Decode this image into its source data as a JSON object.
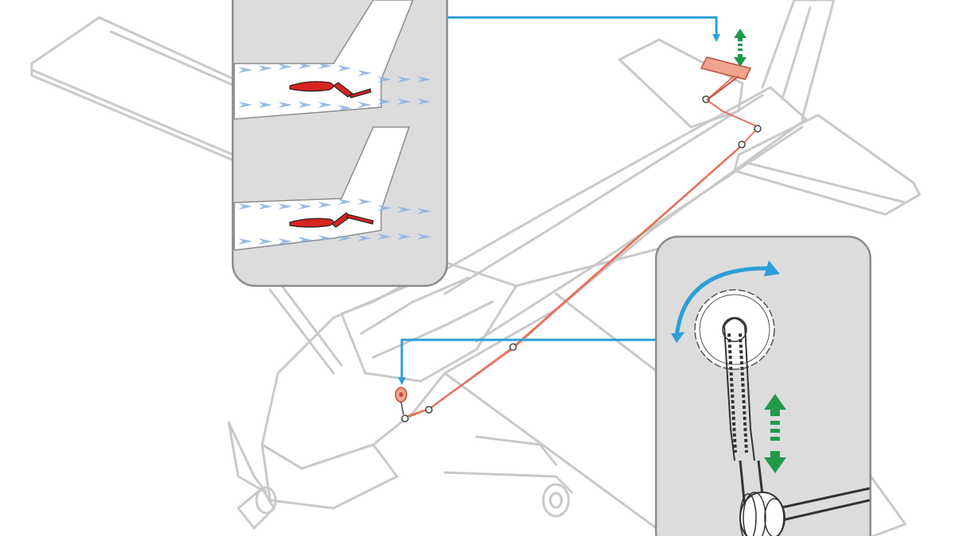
{
  "diagram": {
    "subject": "aircraft-elevator-trim-system",
    "elements": [
      {
        "name": "airplane-outline"
      },
      {
        "name": "horizontal-stabilizer"
      },
      {
        "name": "trim-tab"
      },
      {
        "name": "trim-cable"
      },
      {
        "name": "trim-wheel"
      },
      {
        "name": "airflow-callout",
        "panels": [
          "trim-tab-up",
          "trim-tab-down"
        ]
      },
      {
        "name": "trim-wheel-callout"
      }
    ]
  },
  "colors": {
    "outline": "#c9c9c9",
    "callout_bg": "#dcdcdc",
    "callout_border": "#8c8c8c",
    "leader_arrow": "#2b9fd9",
    "motion_arrow_green": "#1f9a4a",
    "airflow_arrow": "#8fb3e3",
    "airfoil_red": "#d8231f",
    "cable_orange": "#e8705a",
    "cable_fill": "#f2b39f",
    "dark_line": "#333333"
  }
}
